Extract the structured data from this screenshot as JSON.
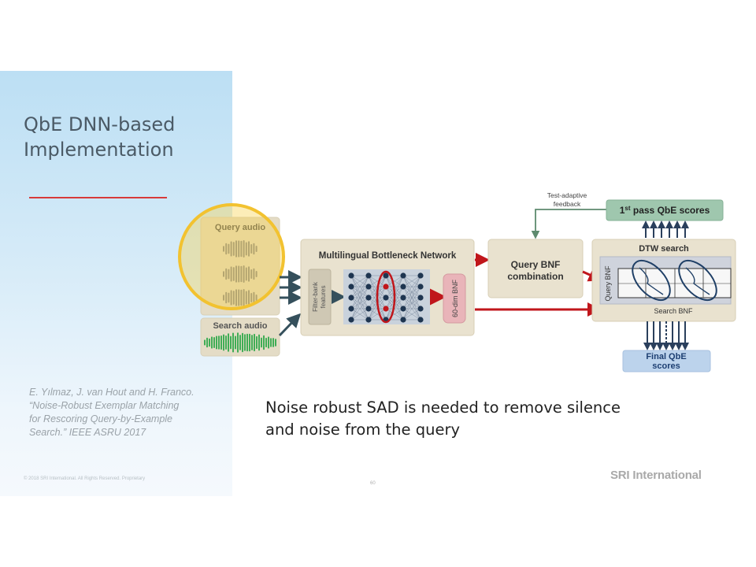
{
  "slide": {
    "title_line1": "QbE DNN-based",
    "title_line2": "Implementation",
    "citation": [
      "E. Yılmaz, J. van Hout and H. Franco.",
      "“Noise-Robust Exemplar Matching",
      "for Rescoring Query-by-Example",
      "Search.” IEEE ASRU 2017"
    ],
    "caption_line1": "Noise robust SAD is needed to remove silence",
    "caption_line2": "and noise from the query",
    "copyright": "© 2018 SRI International. All Rights Reserved. Proprietary",
    "page_number": "60",
    "logo": "SRI International"
  },
  "diagram": {
    "query_audio_label": "Query audio",
    "search_audio_label": "Search audio",
    "network_title": "Multilingual Bottleneck Network",
    "filterbank_label_1": "Filter-bank",
    "filterbank_label_2": "features",
    "bnf_label": "60-dim BNF",
    "query_bnf_line1": "Query BNF",
    "query_bnf_line2": "combination",
    "feedback_line1": "Test-adaptive",
    "feedback_line2": "feedback",
    "first_pass_prefix": "1",
    "first_pass_sup": "st",
    "first_pass_rest": " pass QbE scores",
    "dtw_title": "DTW search",
    "query_bnf_axis": "Query BNF",
    "search_bnf_axis": "Search BNF",
    "final_line1": "Final QbE",
    "final_line2": "scores"
  },
  "colors": {
    "accent_red": "#c0161b",
    "highlight_yellow": "#f2c230",
    "box_beige": "#e9e2cf",
    "score_green": "#9fc7ae",
    "final_blue": "#bcd3ec",
    "search_wave_green": "#2ea84a"
  }
}
